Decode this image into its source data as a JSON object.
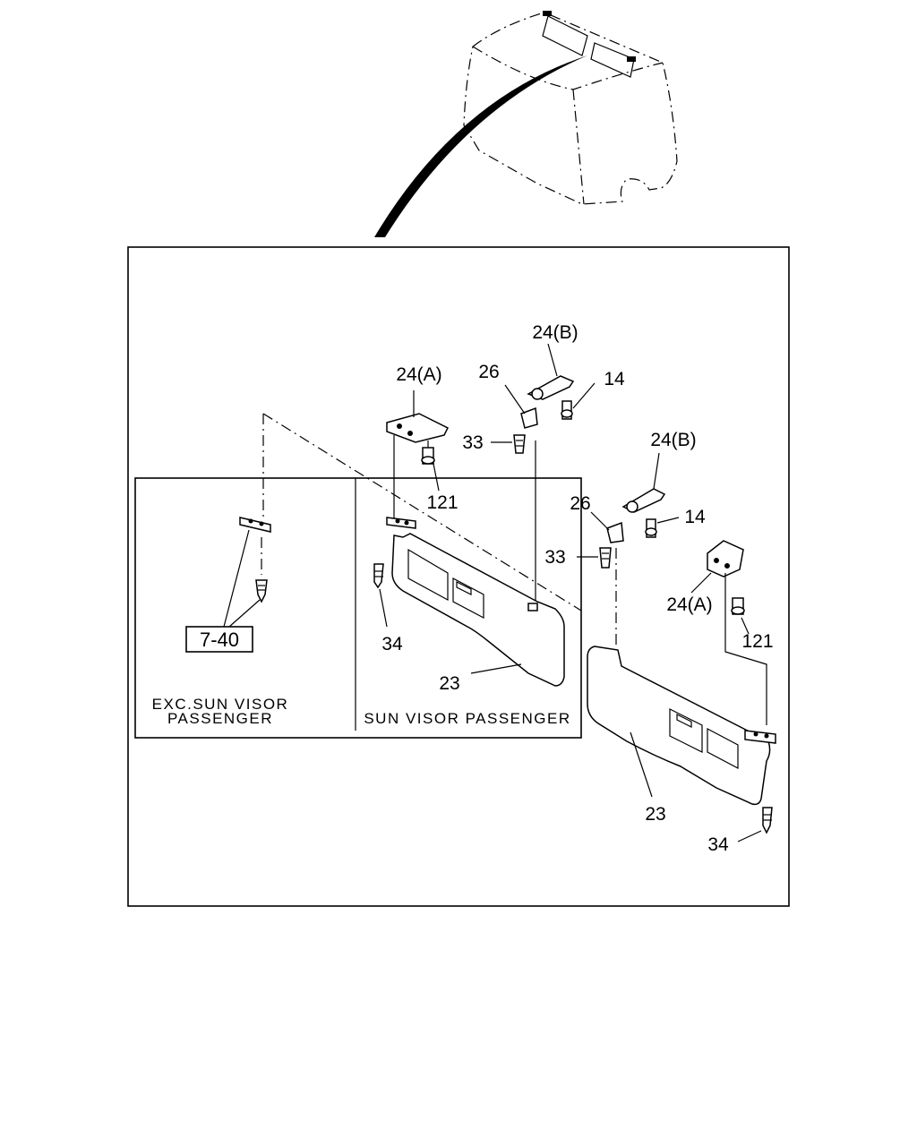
{
  "labels": {
    "part_24b_upper": "24(B)",
    "part_24a_upper": "24(A)",
    "part_26_upper": "26",
    "part_14_upper": "14",
    "part_33_upper": "33",
    "part_121_upper": "121",
    "part_24b_lower": "24(B)",
    "part_26_lower": "26",
    "part_14_lower": "14",
    "part_33_lower": "33",
    "part_24a_lower": "24(A)",
    "part_121_lower": "121",
    "part_34_left": "34",
    "part_23_left": "23",
    "part_23_right": "23",
    "part_34_right": "34"
  },
  "reference": {
    "page_ref": "7-40"
  },
  "inset": {
    "exc_line1": "EXC.SUN VISOR",
    "exc_line2": "PASSENGER",
    "passenger": "SUN VISOR PASSENGER"
  }
}
